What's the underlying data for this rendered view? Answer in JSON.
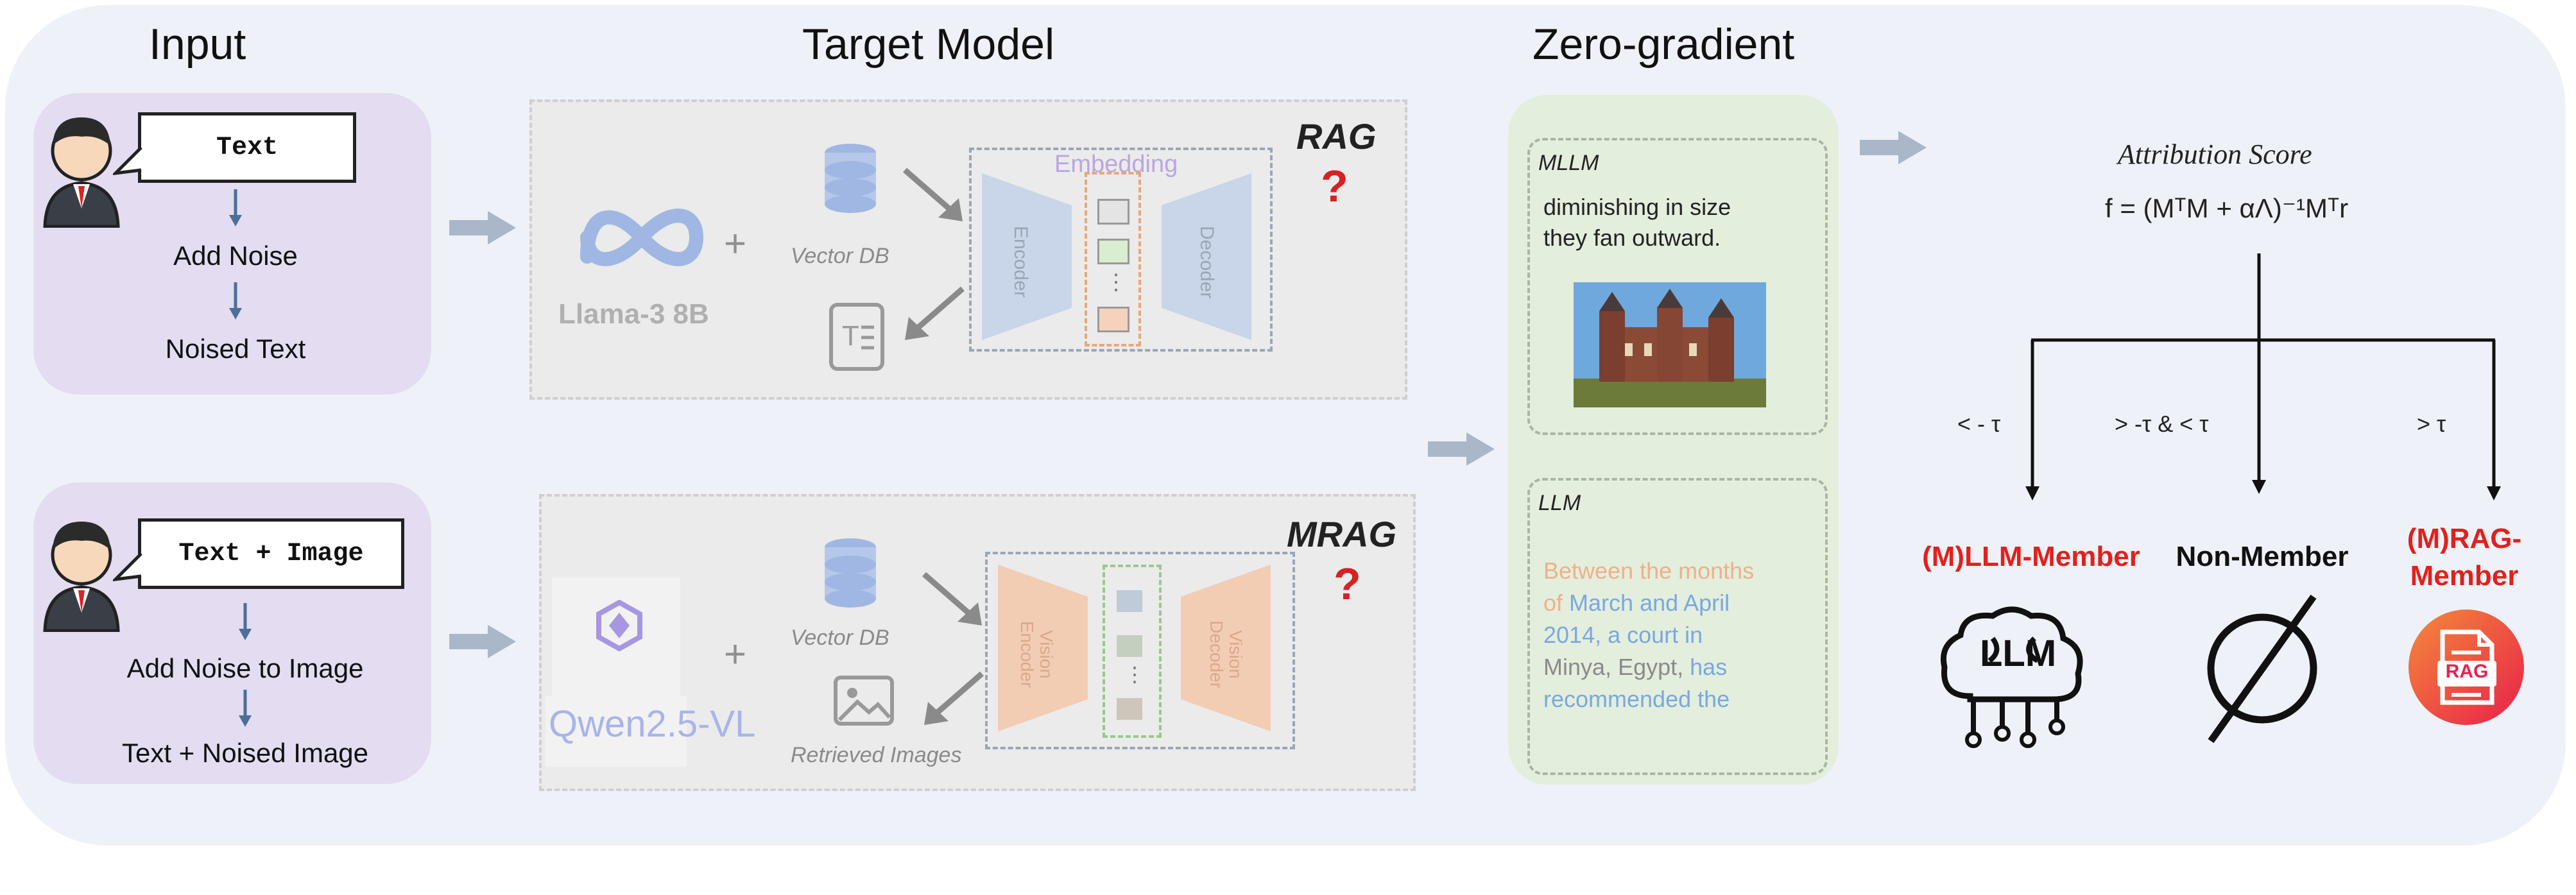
{
  "sections": {
    "input": "Input",
    "target_model": "Target Model",
    "zero_gradient": "Zero-gradient"
  },
  "input_top": {
    "bubble": "Text",
    "step1": "Add Noise",
    "step2": "Noised Text"
  },
  "input_bottom": {
    "bubble": "Text + Image",
    "step1": "Add Noise to Image",
    "step2": "Text + Noised Image"
  },
  "rag_panel": {
    "corner": "RAG",
    "qmark": "?",
    "model_name": "Llama-3 8B",
    "plus": "+",
    "vector_db": "Vector DB",
    "embedding": "Embedding",
    "encoder": "Encoder",
    "decoder": "Decoder",
    "dots": "⋮"
  },
  "mrag_panel": {
    "corner": "MRAG",
    "qmark": "?",
    "model_name": "Qwen2.5-VL",
    "plus": "+",
    "vector_db": "Vector DB",
    "retrieved": "Retrieved Images",
    "encoder": "Vision Encoder",
    "decoder": "Vision Decoder",
    "dots": "⋮"
  },
  "zero_gradient": {
    "mllm_head": "MLLM",
    "mllm_line1": "diminishing in size",
    "mllm_line2": "they fan outward.",
    "llm_head": "LLM",
    "llm_tokens": [
      {
        "t": "Between the months",
        "c": "#f0b088"
      },
      {
        "t": "of",
        "c": "#f0b088"
      },
      {
        "t": "March and April",
        "c": "#7aa8e0"
      },
      {
        "t": "2014, a court in",
        "c": "#7aa8e0"
      },
      {
        "t": "Minya",
        "c": "#8a8a8a"
      },
      {
        "t": ",",
        "c": "#8a8a8a"
      },
      {
        "t": "Egypt",
        "c": "#8a8a8a"
      },
      {
        "t": ",",
        "c": "#8a8a8a"
      },
      {
        "t": "has",
        "c": "#7aa8e0"
      },
      {
        "t": "recommended the",
        "c": "#7aa8e0"
      }
    ]
  },
  "attribution": {
    "title": "Attribution Score",
    "formula": "f = (MᵀM + αΛ)⁻¹Mᵀr",
    "thr_left": "< - τ",
    "thr_mid": "> -τ & < τ",
    "thr_right": "> τ",
    "out_left": "(M)LLM-Member",
    "out_mid": "Non-Member",
    "out_right_1": "(M)RAG-",
    "out_right_2": "Member",
    "llm_icon_text": "LLM",
    "rag_icon_text": "RAG",
    "null_symbol": "∅"
  },
  "colors": {
    "accent_red": "#e0211d",
    "input_bg": "#e4dcf1",
    "zg_bg": "#e3eedd",
    "arrow_grey": "#a9b7c9"
  },
  "icons": [
    "person-icon",
    "database-icon",
    "document-icon",
    "meta-logo-icon",
    "qwen-logo-icon",
    "image-icon",
    "castle-photo",
    "brain-llm-icon",
    "null-set-icon",
    "rag-doc-icon"
  ]
}
